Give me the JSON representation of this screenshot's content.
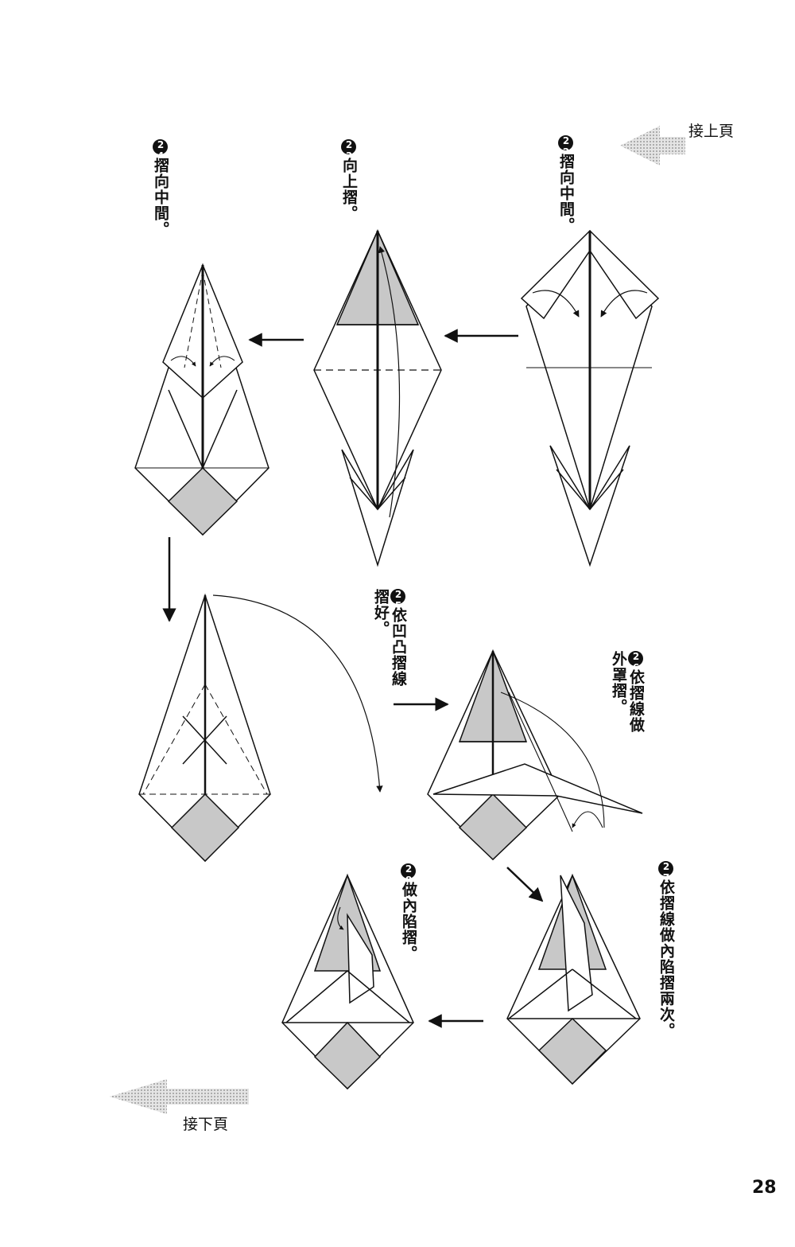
{
  "nav": {
    "continue_from": "接上頁",
    "continue_to": "接下頁"
  },
  "steps": [
    {
      "number": "22",
      "text": "摺向中間。"
    },
    {
      "number": "23",
      "text": "向上摺。"
    },
    {
      "number": "24",
      "text": "摺向中間。"
    },
    {
      "number": "25",
      "text": "依凹凸摺線摺好。"
    },
    {
      "number": "26",
      "text": "依摺線做外罩摺。"
    },
    {
      "number": "27",
      "text": "依摺線做內陷摺兩次。"
    },
    {
      "number": "28",
      "text": "做內陷摺。"
    }
  ],
  "page_number": "28",
  "colors": {
    "ink": "#111111",
    "shade": "#c8c8c8",
    "nav_arrow": "#bdbdbd"
  }
}
